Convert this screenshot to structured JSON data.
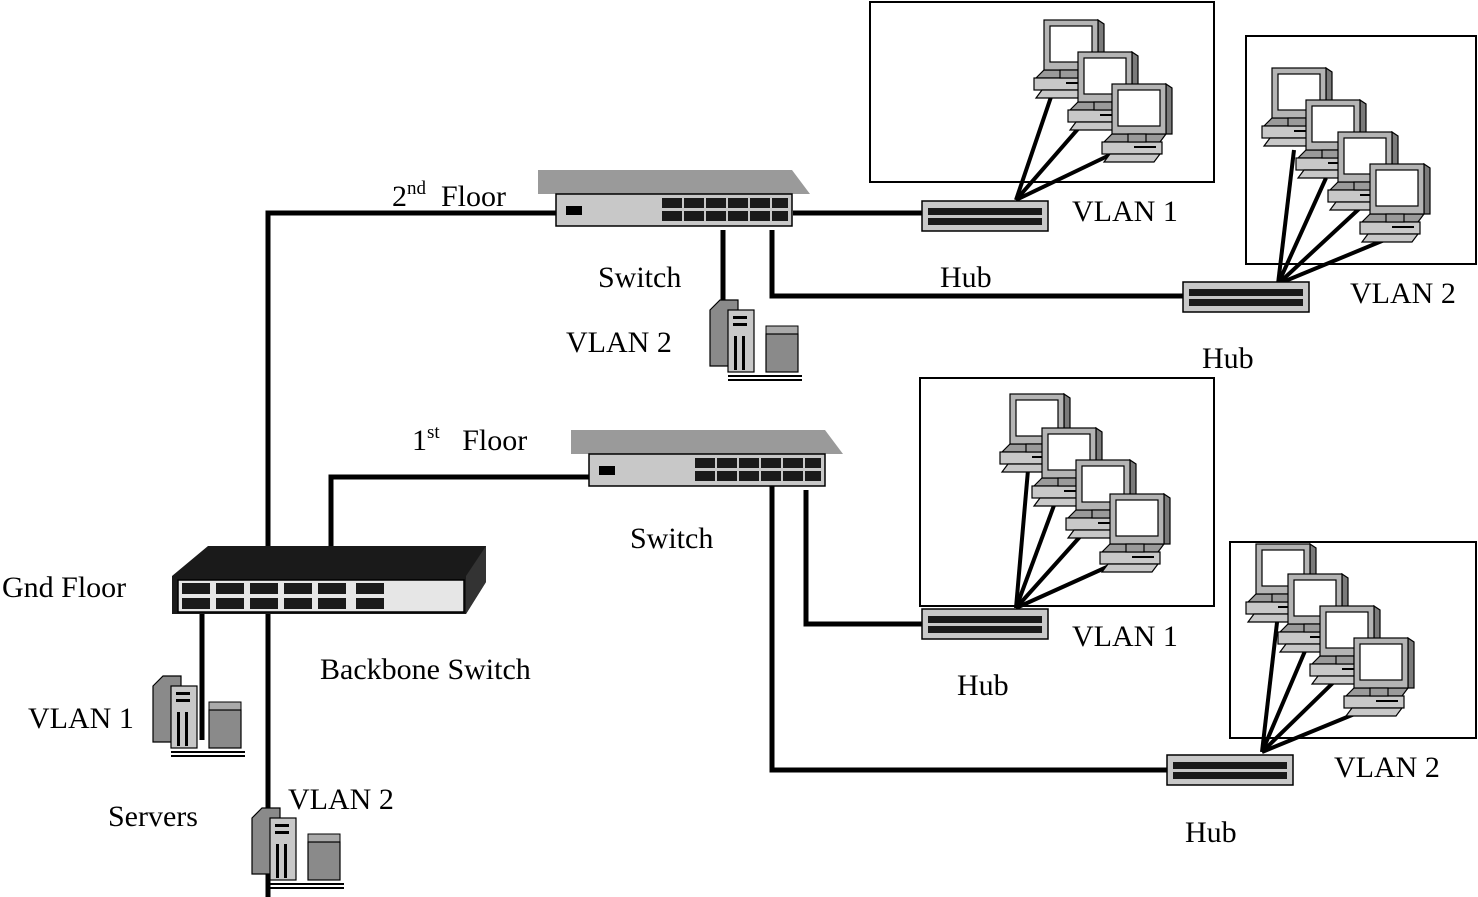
{
  "labels": {
    "floor2": {
      "ordinal": "2",
      "suffix": "nd",
      "word": "Floor"
    },
    "floor1": {
      "ordinal": "1",
      "suffix": "st",
      "word": "Floor"
    },
    "gnd_floor": "Gnd Floor",
    "backbone_switch": "Backbone Switch",
    "switch_2nd": "Switch",
    "switch_1st": "Switch",
    "vlan2_server_2nd": "VLAN 2",
    "vlan1_server_gnd": "VLAN 1",
    "vlan2_server_gnd": "VLAN 2",
    "servers": "Servers",
    "hub_2nd_vlan2_label": "Hub",
    "hub_2nd_vlan2_below": "Hub",
    "vlan1_2nd": "VLAN 1",
    "vlan2_2nd": "VLAN 2",
    "vlan1_1st": "VLAN 1",
    "hub_1st_vlan1": "Hub",
    "vlan2_1st": "VLAN 2",
    "hub_1st_vlan2": "Hub"
  },
  "colors": {
    "line": "#000000",
    "device_light": "#c8c8c8",
    "device_mid": "#9a9a9a",
    "device_dark": "#1a1a1a",
    "monitor_screen": "#ffffff"
  },
  "icons": {
    "backbone": "backbone-switch-icon",
    "switch": "network-switch-icon",
    "hub": "hub-icon",
    "server": "server-icon",
    "workstation": "workstation-icon"
  }
}
